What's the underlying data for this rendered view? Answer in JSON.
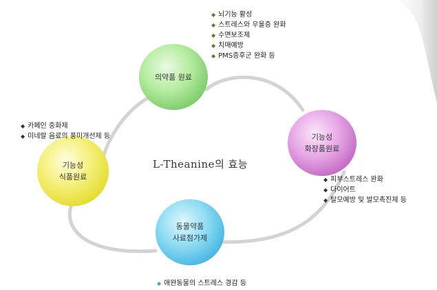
{
  "title": "L-Theanine의 효능",
  "nodes": {
    "med": {
      "lines": [
        "의약품 원료"
      ],
      "color": "#8fd87a"
    },
    "cos": {
      "lines": [
        "기능성",
        "화장품원료"
      ],
      "color": "#d78ad6"
    },
    "food": {
      "lines": [
        "기능성",
        "식품원료"
      ],
      "color": "#eee54a"
    },
    "ani": {
      "lines": [
        "동물약품",
        "사료첨가제"
      ],
      "color": "#5cc4ea"
    }
  },
  "lists": {
    "med": [
      "뇌기능 활성",
      "스트레스와 우울증 완화",
      "수면보조제",
      "치매예방",
      "PMS증후군 완화 등"
    ],
    "cos": [
      "피부스트레스 완화",
      "다이어트",
      "탈모예방 및 발모촉진제 등"
    ],
    "food": [
      "카페인 중화제",
      "미네랄 음료의 풍미개선제 등"
    ],
    "ani": [
      "애완동물의 스트레스 경감 등"
    ]
  },
  "icons": {
    "bullet": "diamond-icon"
  }
}
